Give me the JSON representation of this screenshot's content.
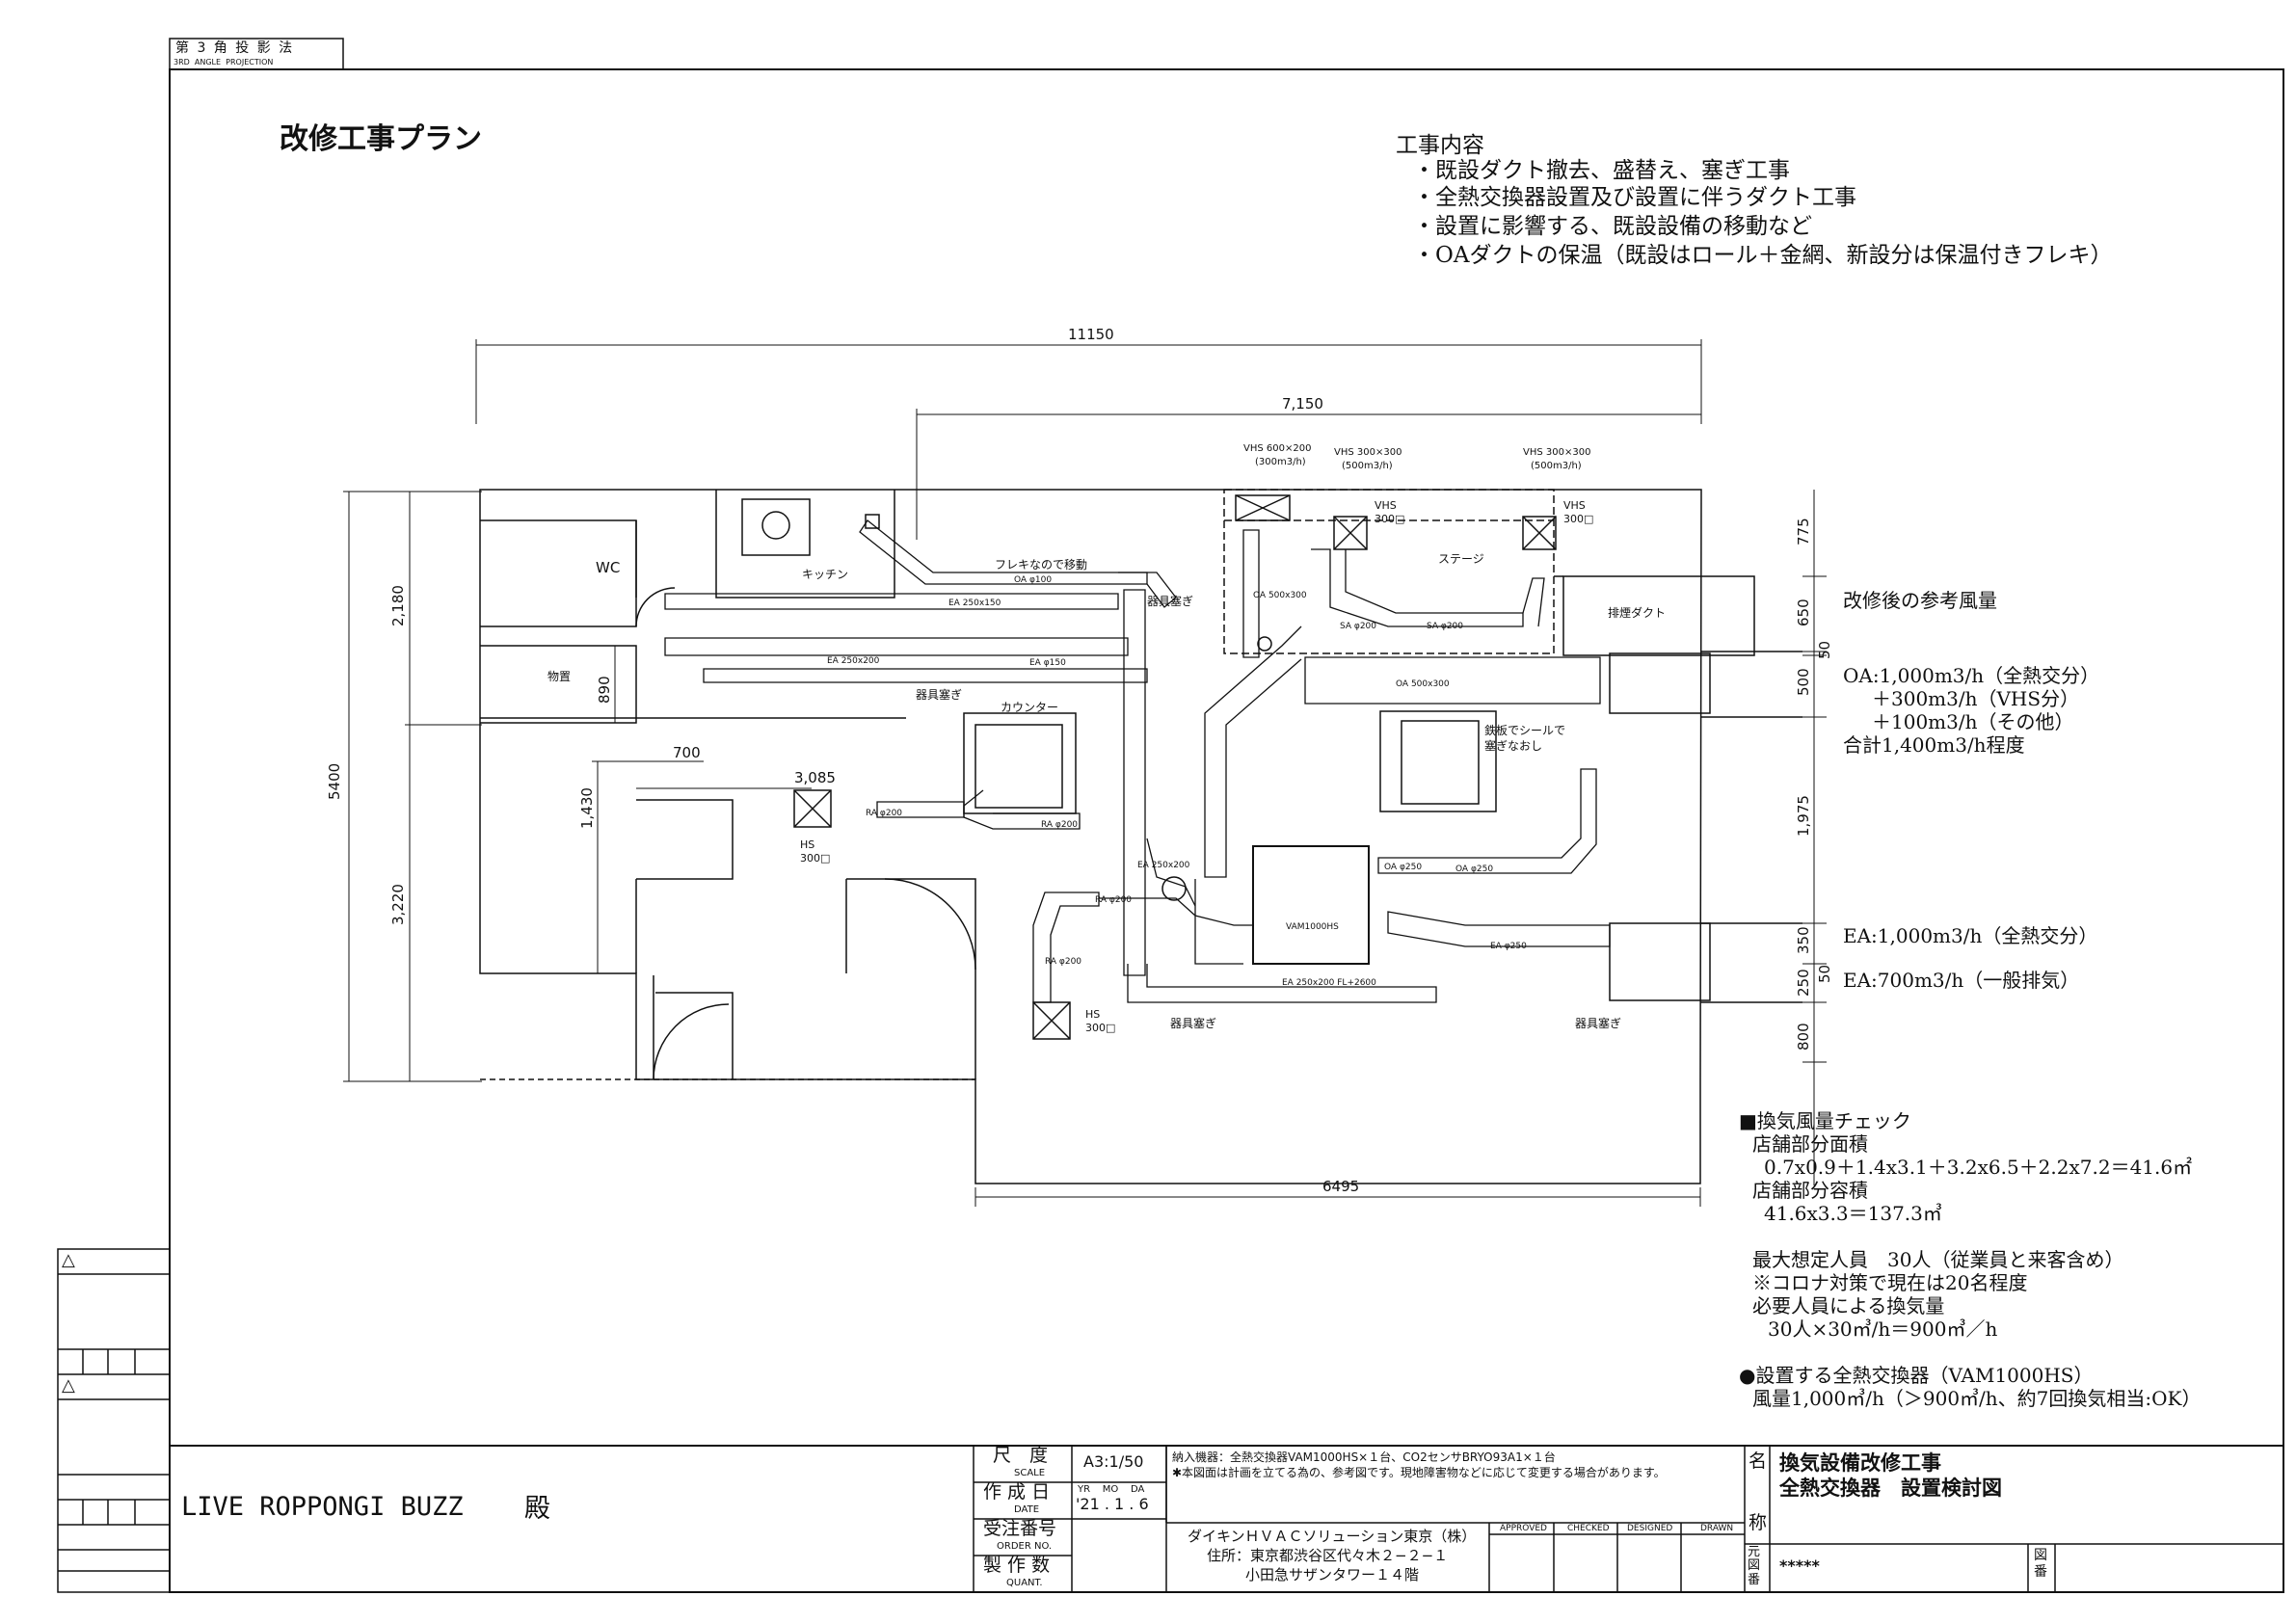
{
  "projection": {
    "label": "第 3 角 投 影 法",
    "sub": "3RD  ANGLE  PROJECTION"
  },
  "sheet_title": "改修工事プラン",
  "scope": {
    "heading": "工事内容",
    "items": [
      "・既設ダクト撤去、盛替え、塞ぎ工事",
      "・全熱交換器設置及び設置に伴うダクト工事",
      "・設置に影響する、既設設備の移動など",
      "・OAダクトの保温（既設はロール＋金網、新設分は保温付きフレキ）"
    ]
  },
  "airflow_ref": {
    "heading": "改修後の参考風量",
    "oa": [
      "OA:1,000m3/h（全熱交分）",
      "＋300m3/h（VHS分）",
      "＋100m3/h（その他）",
      "合計1,400m3/h程度"
    ],
    "ea1": "EA:1,000m3/h（全熱交分）",
    "ea2": "EA:700m3/h（一般排気）"
  },
  "check": {
    "heading": "■換気風量チェック",
    "lines": [
      "店舗部分面積",
      "0.7x0.9＋1.4x3.1＋3.2x6.5＋2.2x7.2＝41.6㎡",
      "店舗部分容積",
      "41.6x3.3＝137.3㎥",
      "",
      "最大想定人員　30人（従業員と来客含め）",
      "※コロナ対策で現在は20名程度",
      "必要人員による換気量",
      "30人×30㎥/h＝900㎥／h",
      "",
      "●設置する全熱交換器（VAM1000HS）",
      "風量1,000㎥/h（＞900㎥/h、約7回換気相当:OK）"
    ]
  },
  "dimensions": {
    "top_total": "11150",
    "top_partial": "7,150",
    "left_total": "5400",
    "left_upper": "2,180",
    "left_mid": "1,430",
    "left_lower": "3,220",
    "wc_h": "890",
    "w700": "700",
    "w3085": "3,085",
    "bottom": "6495",
    "right": [
      "775",
      "650",
      "50",
      "500",
      "1,975",
      "350",
      "50",
      "250",
      "800"
    ]
  },
  "plan_labels": {
    "wc": "WC",
    "kitchen": "キッチン",
    "storage": "物置",
    "counter": "カウンター",
    "stage": "ステージ",
    "exhaust_duct": "排煙ダクト",
    "flex_move": "フレキなので移動",
    "plug1": "器具塞ぎ",
    "plug2": "器具塞ぎ",
    "plug3": "器具塞ぎ",
    "plug4": "器具塞ぎ",
    "iron_seal": "鉄板でシールで",
    "iron_seal2": "塞ぎなおし",
    "vhs1": "VHS 600×200",
    "vhs1b": "(300m3/h)",
    "vhs2": "VHS 300×300",
    "vhs2b": "(500m3/h)",
    "vhs3": "VHS 300×300",
    "vhs3b": "(500m3/h)",
    "vhs_side1": "VHS",
    "vhs_side1b": "300□",
    "vhs_side2": "VHS",
    "vhs_side2b": "300□",
    "hs1": "HS",
    "hs1b": "300□",
    "hs2": "HS",
    "hs2b": "300□",
    "unit": "VAM1000HS",
    "oa100": "OA φ100",
    "ea150a": "EA 250x150",
    "ea200": "EA 250x200",
    "ea150b": "EA φ150",
    "oa500": "OA 500x300",
    "sa200a": "SA φ200",
    "sa200b": "SA φ200",
    "oa250a": "OA φ250",
    "oa250b": "OA φ250",
    "ea250": "EA φ250",
    "ra200a": "RA φ200",
    "ra200b": "RA φ200",
    "ra200c": "RA φ200",
    "ra200d": "RA φ200",
    "ea250x200": "EA 250x200",
    "ea_bottom": "EA 250x200 FL+2600",
    "oa500b": "OA 500x300"
  },
  "title_block": {
    "client": "LIVE ROPPONGI BUZZ",
    "honorific": "殿",
    "scale_label": "尺　度",
    "scale_sub": "SCALE",
    "scale_value": "A3:1/50",
    "date_label": "作 成 日",
    "date_sub": "DATE",
    "date_value": "'21 . 1 . 6",
    "date_ymd": "YR    MO    DA",
    "order_label": "受注番号",
    "order_sub": "ORDER NO.",
    "qty_label": "製 作 数",
    "qty_sub": "QUANT.",
    "notes": [
      "納入機器：全熱交換器VAM1000HS×１台、CO2センサBRYO93A1×１台",
      "✱本図面は計画を立てる為の、参考図です。現地障害物などに応じて変更する場合があります。"
    ],
    "company": "ダイキンＨＶＡＣソリューション東京（株）",
    "address1": "住所：東京都渋谷区代々木２−２−１",
    "address2": "小田急サザンタワー１４階",
    "sign_cols": [
      "APPROVED",
      "CHECKED",
      "DESIGNED",
      "DRAWN"
    ],
    "name_label1": "名",
    "name_label2": "称",
    "drawing_name1": "換気設備改修工事",
    "drawing_name2": "全熱交換器　設置検討図",
    "orig_label": "元図番",
    "drawing_no": "*****",
    "zuban_label": "図番"
  },
  "revision_marks": [
    "△",
    "△"
  ]
}
